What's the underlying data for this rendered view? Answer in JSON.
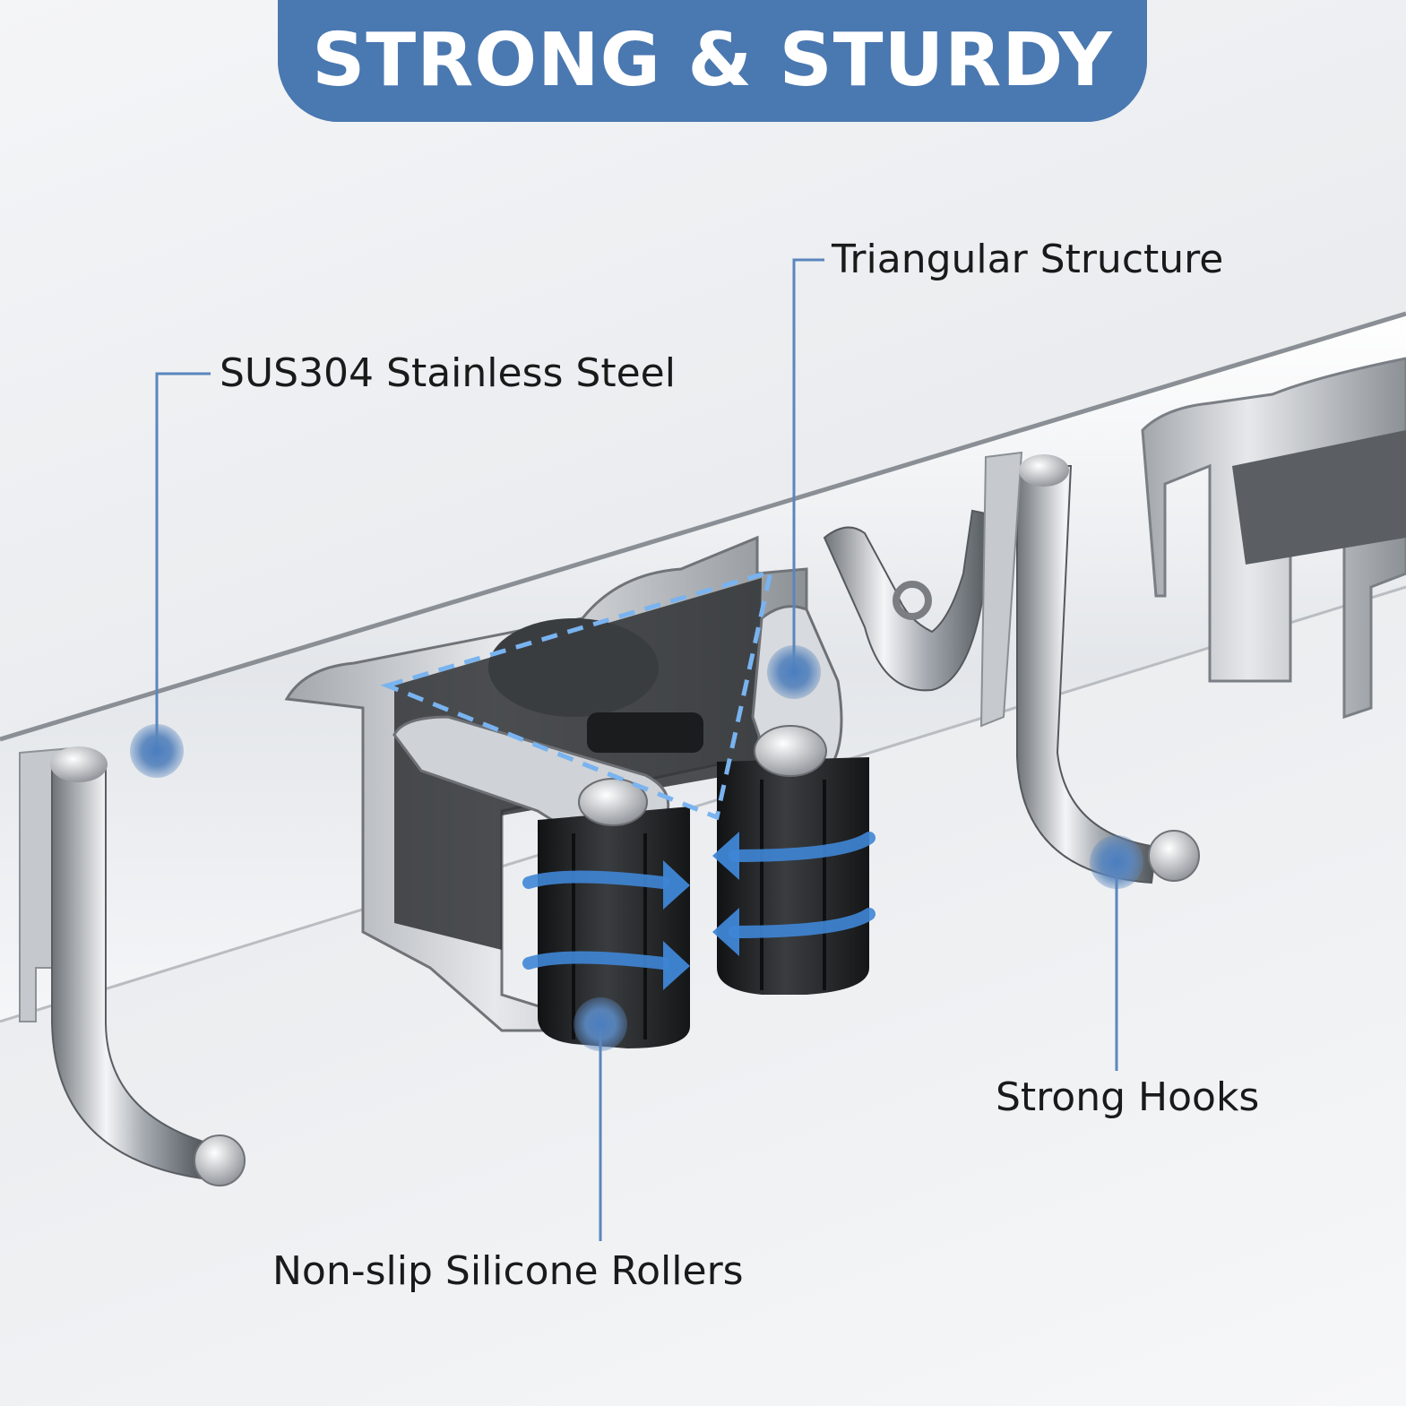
{
  "banner": {
    "title": "STRONG & STURDY"
  },
  "callouts": {
    "steel": "SUS304 Stainless Steel",
    "triangle": "Triangular Structure",
    "rollers": "Non-slip Silicone Rollers",
    "hooks": "Strong Hooks"
  },
  "colors": {
    "accent": "#4a78b0",
    "marker": "#5a86bd",
    "arrow": "#3f86d6",
    "dash": "#79b3f0",
    "steel": "#c9cdd2",
    "rubber": "#222426"
  },
  "icons": [
    "callout-marker-icon",
    "rotation-arrow-icon"
  ]
}
